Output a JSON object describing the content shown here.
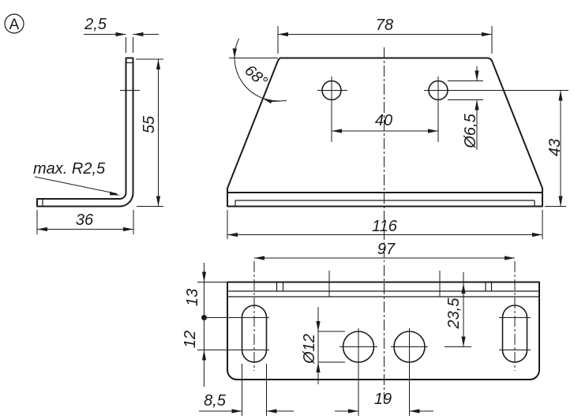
{
  "drawing": {
    "view_label": "A",
    "colors": {
      "line": "#1b1b1b",
      "background": "#ffffff"
    },
    "side_view": {
      "thickness": "2,5",
      "height": "55",
      "depth": "36",
      "bend_radius_note": "max. R2,5"
    },
    "front_view": {
      "top_width": "78",
      "angle": "68°",
      "hole_spacing": "40",
      "hole_diameter": "Ø6,5",
      "height": "43",
      "total_width": "116"
    },
    "plan_view": {
      "slot_spacing": "97",
      "edge_to_slot_center": "13",
      "slot_center_spacing": "12",
      "hole_diameter": "Ø12",
      "edge_to_hole_center": "23,5",
      "slot_width": "8,5",
      "hole_spacing": "19"
    }
  }
}
